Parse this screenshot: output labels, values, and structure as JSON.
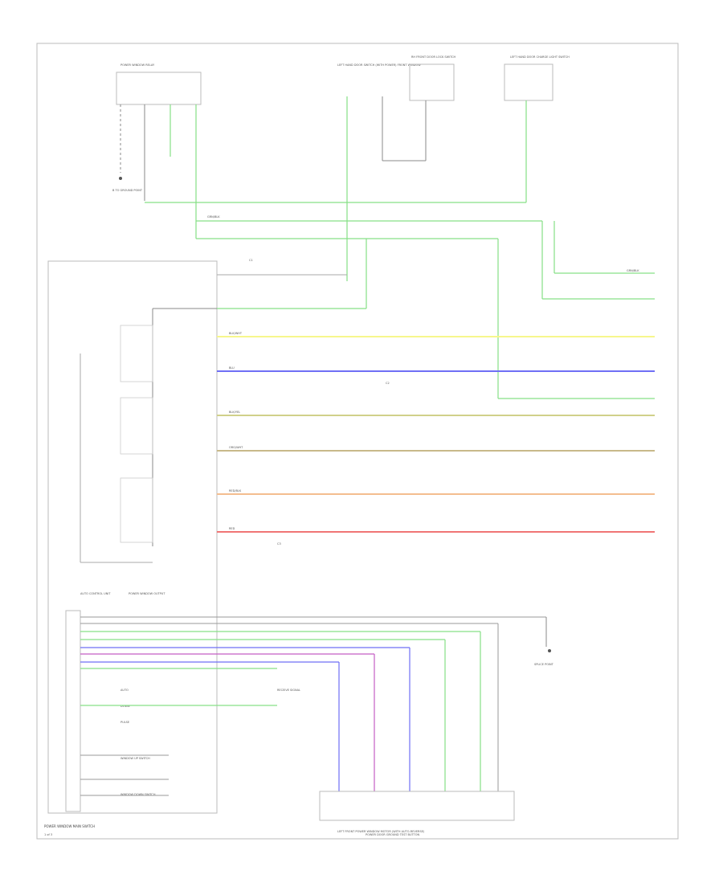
{
  "diagram": {
    "panel_label": "POWER WINDOW MAIN SWITCH",
    "page_code": "1 of 3",
    "power_relay_label": "POWER WINDOW RELAY",
    "left_door_label": "LEFT HAND DOOR SWITCH (WITH POWER) FRONT WINDOW",
    "door_switch_label": "RH FRONT DOOR LOCK SWITCH",
    "left_door_hl_label": "LEFT HAND DOOR CHARGE LIGHT SWITCH",
    "fuse_label": "POWER DOOR GROUND TEST BUTTON",
    "ground_label": "B TO GROUND POINT",
    "ground2_label": "SPLICE POINT",
    "window_motor_label": "LEFT FRONT POWER WINDOW MOTOR (WITH AUTO-REVERSE)",
    "lower_left_labels": [
      "AUTO CONTROL UNIT",
      "POWER WINDOW OUTPUT",
      "AUTO",
      "DOWN",
      "PULSE",
      "WINDOW UP SWITCH",
      "WINDOW DOWN SWITCH",
      "RECEIVE SIGNAL"
    ],
    "wires": [
      {
        "label": "BLK/WHT",
        "color": "#f7f78c"
      },
      {
        "label": "BLU",
        "color": "#6f6ff5"
      },
      {
        "label": "BLK/YEL",
        "color": "#d0d08a"
      },
      {
        "label": "ORG/WHT",
        "color": "#c8b98a"
      },
      {
        "label": "RED/BLK",
        "color": "#f4bd8f"
      },
      {
        "label": "RED",
        "color": "#f07575"
      }
    ],
    "green_wire_label": "GRN/BLK",
    "gray_wire_label": "GRN/BLK",
    "connector_labels": [
      "C1",
      "C2",
      "C3"
    ]
  }
}
